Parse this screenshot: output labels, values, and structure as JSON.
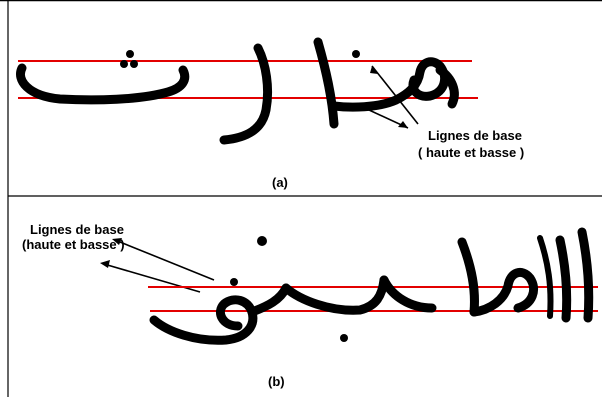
{
  "panel_a": {
    "caption": "(a)",
    "annotation_line1": "Lignes de base",
    "annotation_line2": "( haute et basse )"
  },
  "panel_b": {
    "caption": "(b)",
    "annotation_line1": "Lignes de base",
    "annotation_line2": "(haute et basse )"
  },
  "colors": {
    "baseline": "#e30000",
    "ink": "#000000",
    "background": "#ffffff"
  }
}
